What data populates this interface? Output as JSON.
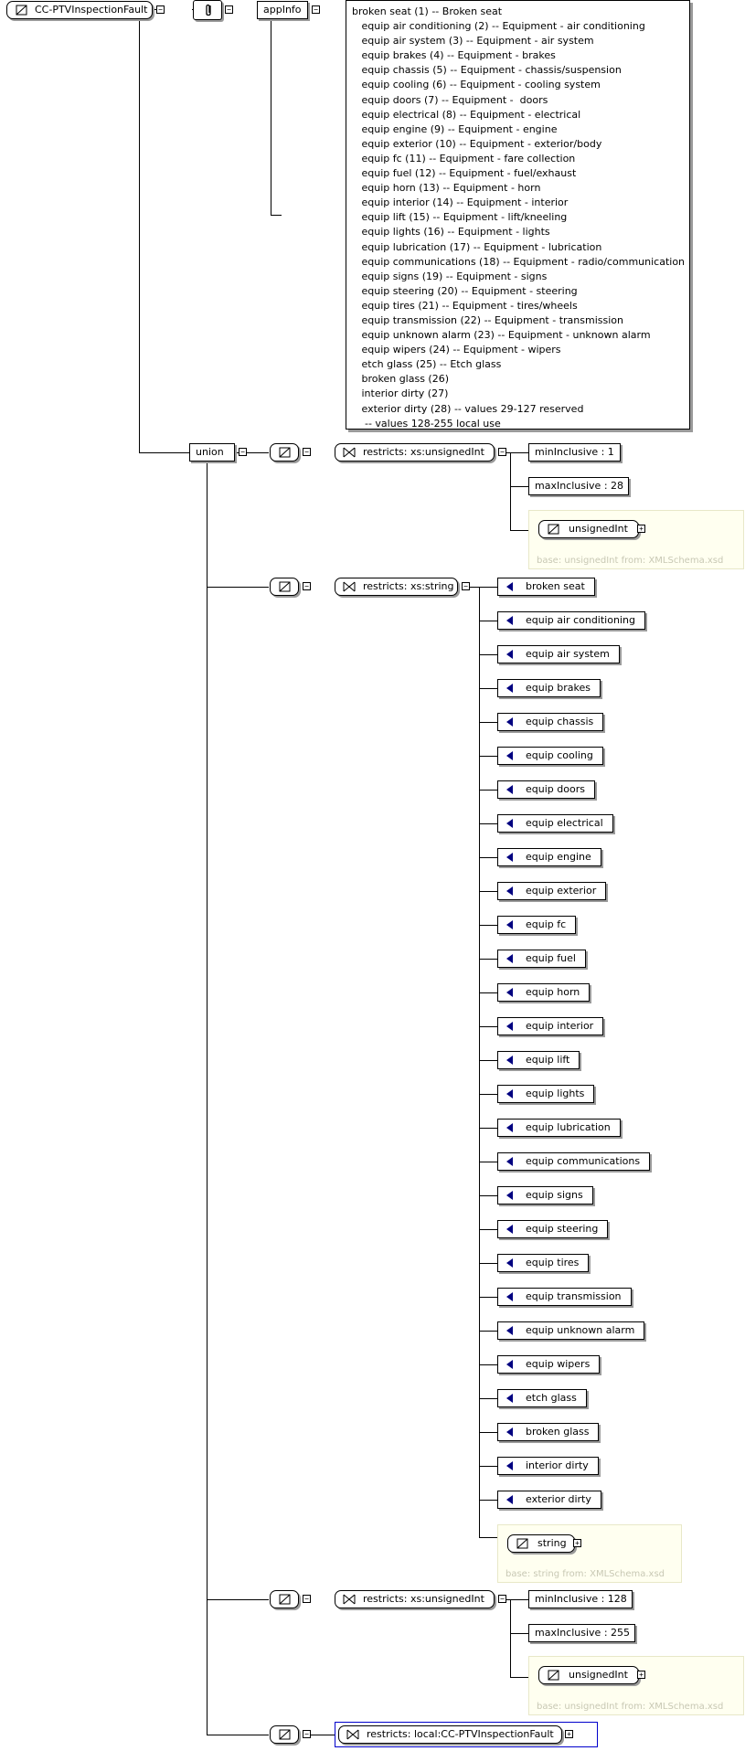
{
  "root": {
    "label": "CC-PTVInspectionFault"
  },
  "annotation": {
    "label": "appInfo",
    "lines": [
      "broken seat (1) -- Broken seat",
      "   equip air conditioning (2) -- Equipment - air conditioning",
      "   equip air system (3) -- Equipment - air system",
      "   equip brakes (4) -- Equipment - brakes",
      "   equip chassis (5) -- Equipment - chassis/suspension",
      "   equip cooling (6) -- Equipment - cooling system",
      "   equip doors (7) -- Equipment -  doors",
      "   equip electrical (8) -- Equipment - electrical",
      "   equip engine (9) -- Equipment - engine",
      "   equip exterior (10) -- Equipment - exterior/body",
      "   equip fc (11) -- Equipment - fare collection",
      "   equip fuel (12) -- Equipment - fuel/exhaust",
      "   equip horn (13) -- Equipment - horn",
      "   equip interior (14) -- Equipment - interior",
      "   equip lift (15) -- Equipment - lift/kneeling",
      "   equip lights (16) -- Equipment - lights",
      "   equip lubrication (17) -- Equipment - lubrication",
      "   equip communications (18) -- Equipment - radio/communication",
      "   equip signs (19) -- Equipment - signs",
      "   equip steering (20) -- Equipment - steering",
      "   equip tires (21) -- Equipment - tires/wheels",
      "   equip transmission (22) -- Equipment - transmission",
      "   equip unknown alarm (23) -- Equipment - unknown alarm",
      "   equip wipers (24) -- Equipment - wipers",
      "   etch glass (25) -- Etch glass",
      "   broken glass (26)",
      "   interior dirty (27)",
      "   exterior dirty (28) -- values 29-127 reserved",
      "    -- values 128-255 local use"
    ]
  },
  "union": {
    "label": "union"
  },
  "restriction1": {
    "label": "restricts: xs:unsignedInt",
    "facets": [
      "minInclusive : 1",
      "maxInclusive : 28"
    ],
    "type_label": "unsignedInt",
    "base_note": "base: unsignedInt from: XMLSchema.xsd"
  },
  "restriction2": {
    "label": "restricts: xs:string",
    "enumerations": [
      "broken seat",
      "equip air conditioning",
      "equip air system",
      "equip brakes",
      "equip chassis",
      "equip cooling",
      "equip doors",
      "equip electrical",
      "equip engine",
      "equip exterior",
      "equip fc",
      "equip fuel",
      "equip horn",
      "equip interior",
      "equip lift",
      "equip lights",
      "equip lubrication",
      "equip communications",
      "equip signs",
      "equip steering",
      "equip tires",
      "equip transmission",
      "equip unknown alarm",
      "equip wipers",
      "etch glass",
      "broken glass",
      "interior dirty",
      "exterior dirty"
    ],
    "type_label": "string",
    "base_note": "base: string from: XMLSchema.xsd"
  },
  "restriction3": {
    "label": "restricts: xs:unsignedInt",
    "facets": [
      "minInclusive : 128",
      "maxInclusive : 255"
    ],
    "type_label": "unsignedInt",
    "base_note": "base: unsignedInt from: XMLSchema.xsd"
  },
  "restriction4": {
    "label": "restricts: local:CC-PTVInspectionFault"
  },
  "colors": {
    "enum_marker": "#000080",
    "type_box_bg": "#fffff0",
    "faint_text": "#c8c8b4",
    "ref_border": "#0000cc"
  }
}
